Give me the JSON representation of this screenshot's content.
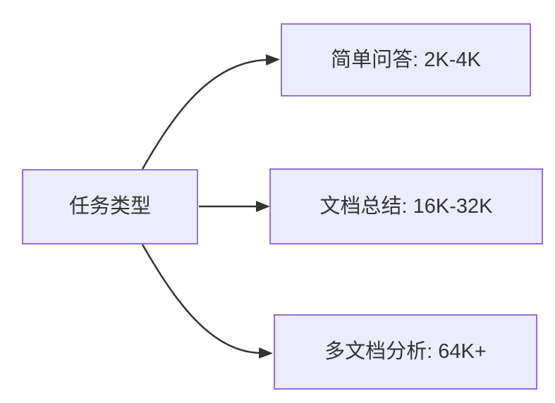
{
  "diagram": {
    "type": "flowchart",
    "direction": "left-to-right",
    "nodes": [
      {
        "id": "source",
        "label": "任务类型"
      },
      {
        "id": "task1",
        "label": "简单问答: 2K-4K"
      },
      {
        "id": "task2",
        "label": "文档总结: 16K-32K"
      },
      {
        "id": "task3",
        "label": "多文档分析: 64K+"
      }
    ],
    "edges": [
      {
        "from": "任务类型",
        "to": "简单问答: 2K-4K"
      },
      {
        "from": "任务类型",
        "to": "文档总结: 16K-32K"
      },
      {
        "from": "任务类型",
        "to": "多文档分析: 64K+"
      }
    ],
    "colors": {
      "background": "#FFFFFF",
      "node_fill": "#ECECFF",
      "node_border": "#9370DB",
      "text": "#333333",
      "arrow": "#333333"
    }
  }
}
